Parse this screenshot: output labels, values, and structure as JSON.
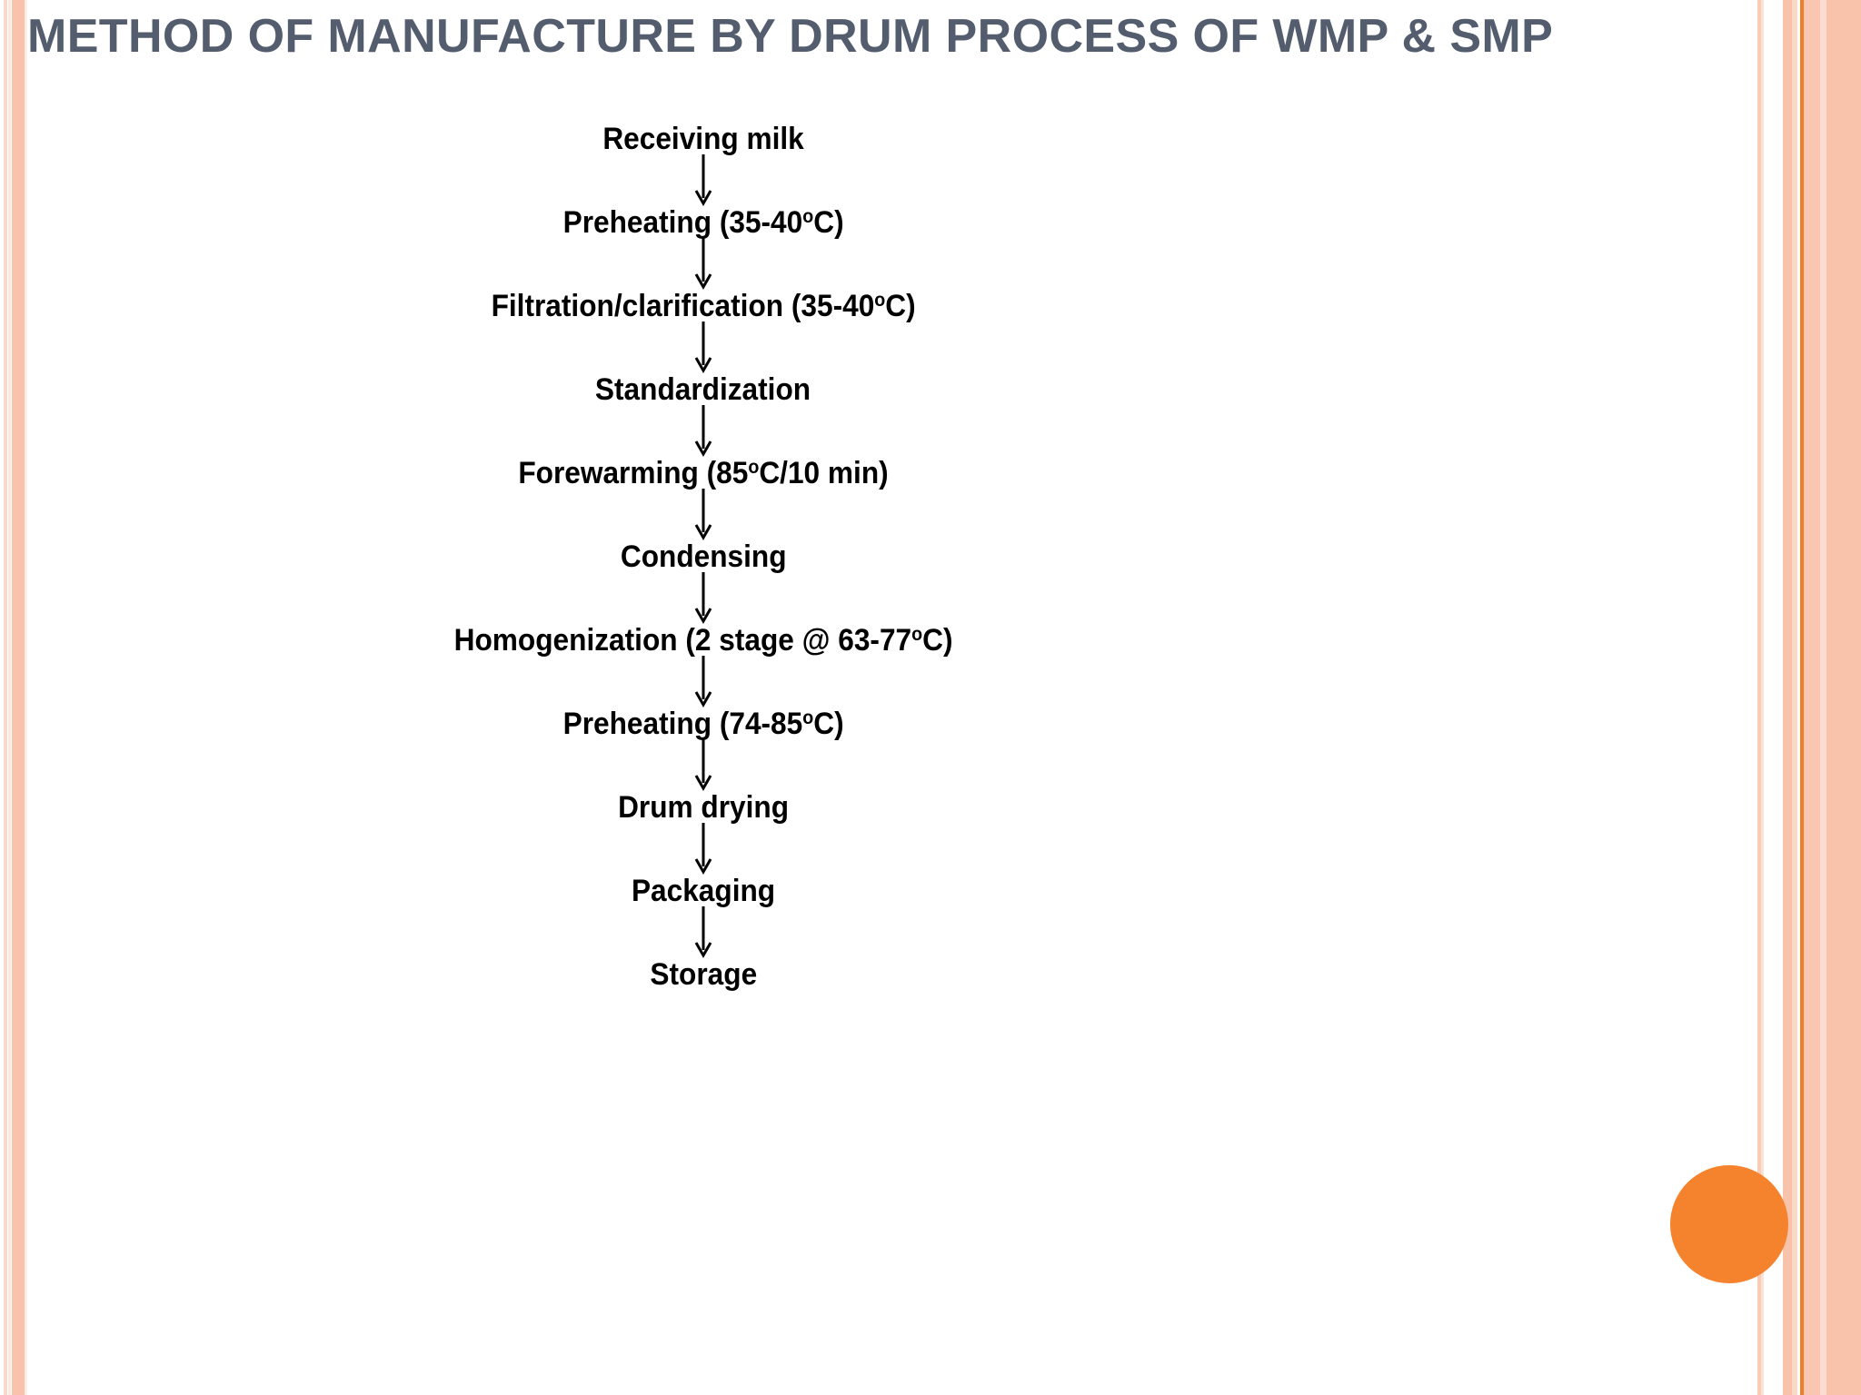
{
  "slide": {
    "title": "Method of manufacture by drum process of WMP & SMP",
    "title_color": "#545d6e",
    "background_color": "#ffffff"
  },
  "decor": {
    "accent_color": "#f5822d",
    "stripe_color_light": "#fbe2d6",
    "stripe_color_mid": "#f9c3ab",
    "stripe_color_strong": "#ef7f28",
    "circle_name": "orange-circle-accent"
  },
  "flowchart": {
    "type": "linear-process-flow",
    "arrow_glyph": "down-arrow",
    "steps": [
      {
        "label": "Receiving milk",
        "name": "receiving-milk"
      },
      {
        "label": "Preheating (35-40<sup>o</sup>C)",
        "name": "preheating-35-40"
      },
      {
        "label": "Filtration/clarification (35-40<sup>o</sup>C)",
        "name": "filtration-clarification"
      },
      {
        "label": "Standardization",
        "name": "standardization"
      },
      {
        "label": "Forewarming (85<sup>o</sup>C/10 min)",
        "name": "forewarming"
      },
      {
        "label": "Condensing",
        "name": "condensing"
      },
      {
        "label": "Homogenization (2 stage @ 63-77<sup>o</sup>C)",
        "name": "homogenization"
      },
      {
        "label": "Preheating (74-85<sup>o</sup>C)",
        "name": "preheating-74-85"
      },
      {
        "label": "Drum drying",
        "name": "drum-drying"
      },
      {
        "label": "Packaging",
        "name": "packaging"
      },
      {
        "label": "Storage",
        "name": "storage"
      }
    ]
  }
}
